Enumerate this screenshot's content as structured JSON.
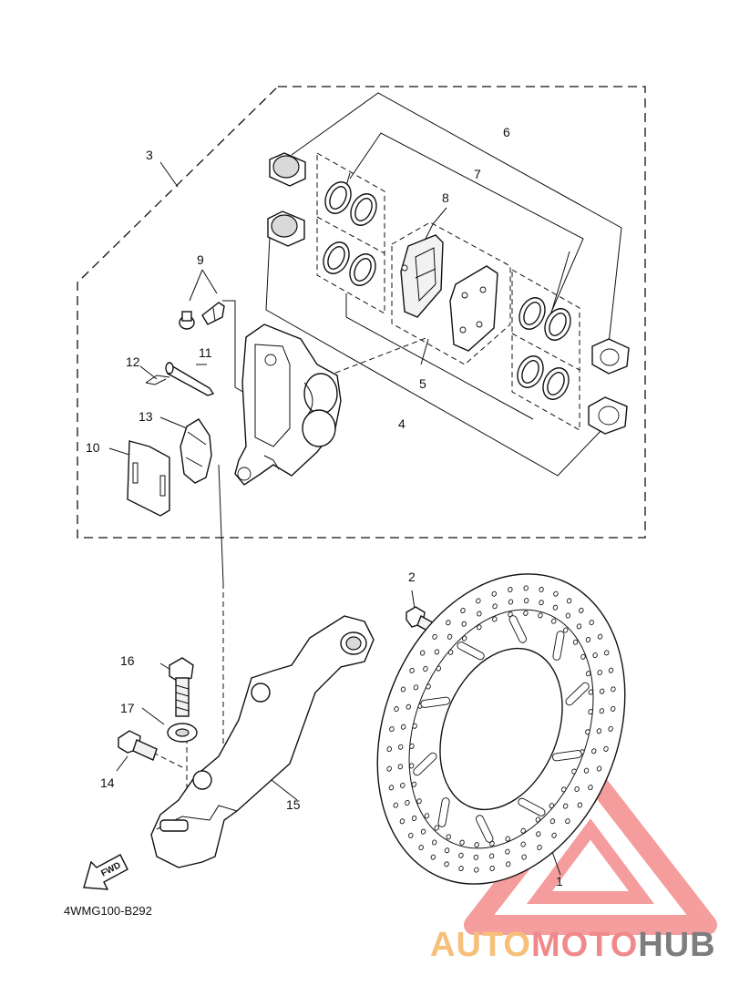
{
  "diagram_code": "4WMG100-B292",
  "fwd_label": "FWD",
  "callouts": {
    "c1": "1",
    "c2": "2",
    "c3": "3",
    "c4": "4",
    "c5": "5",
    "c6": "6",
    "c7": "7",
    "c8": "8",
    "c9": "9",
    "c10": "10",
    "c11": "11",
    "c12": "12",
    "c13": "13",
    "c14": "14",
    "c15": "15",
    "c16": "16",
    "c17": "17"
  },
  "watermark": {
    "part1": "AUTO",
    "part2": "MOTO",
    "part3": "HUB",
    "colors": {
      "part1": "#f7c07a",
      "part2": "#f08a8a",
      "part3": "#7d7d7d",
      "triangle": "#f27d7d"
    }
  }
}
